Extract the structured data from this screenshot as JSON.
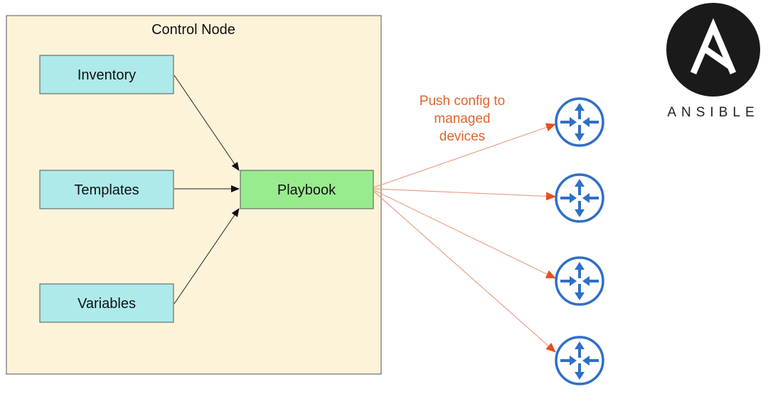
{
  "control_node": {
    "title": "Control Node"
  },
  "inputs": {
    "inventory": "Inventory",
    "templates": "Templates",
    "variables": "Variables"
  },
  "playbook": {
    "label": "Playbook"
  },
  "push_label": {
    "line1": "Push config to",
    "line2": "managed",
    "line3": "devices"
  },
  "brand": {
    "logo_letter": "A",
    "name": "ANSIBLE"
  },
  "icons": {
    "router": "router-icon",
    "logo": "ansible-logo-icon"
  },
  "colors": {
    "control_node_fill": "#fcf3d9",
    "input_box_fill": "#aeeaea",
    "playbook_fill": "#99ec8e",
    "push_text": "#e0642b",
    "push_arrow": "#e8a08a",
    "push_arrow_head": "#e65020",
    "router_blue": "#2f6fc7",
    "logo_black": "#1a1a1a"
  }
}
